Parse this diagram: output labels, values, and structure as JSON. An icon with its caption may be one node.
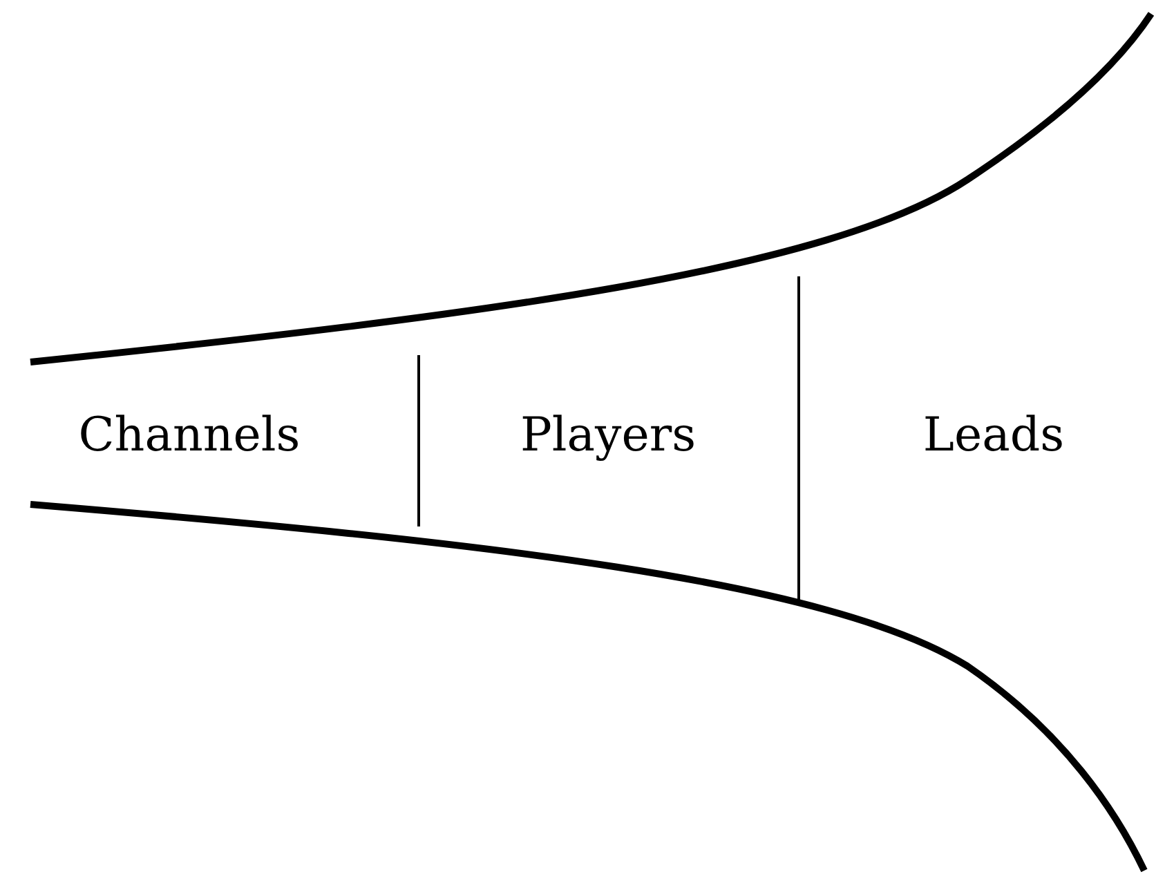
{
  "diagram": {
    "labels": [
      "Channels",
      "Players",
      "Leads"
    ]
  }
}
